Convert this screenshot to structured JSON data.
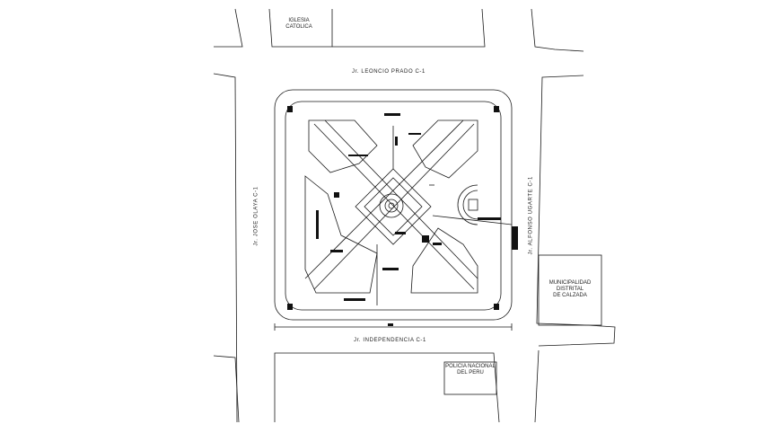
{
  "streets": {
    "north": "Jr. LEONCIO PRADO C-1",
    "south": "Jr. INDEPENDENCIA C-1",
    "west": "Jr. JOSE OLAYA C-1",
    "east": "Jr. ALFONSO UGARTE C-1"
  },
  "buildings": {
    "church_line1": "IGLESIA",
    "church_line2": "CATOLICA",
    "municipality_line1": "MUNICIPALIDAD",
    "municipality_line2": "DISTRITAL",
    "municipality_line3": "DE CALZADA",
    "police_line1": "POLICIA NACIONAL",
    "police_line2": "DEL PERU"
  },
  "colors": {
    "line": "#1a1a1a",
    "fill": "#111111",
    "background": "#ffffff"
  }
}
